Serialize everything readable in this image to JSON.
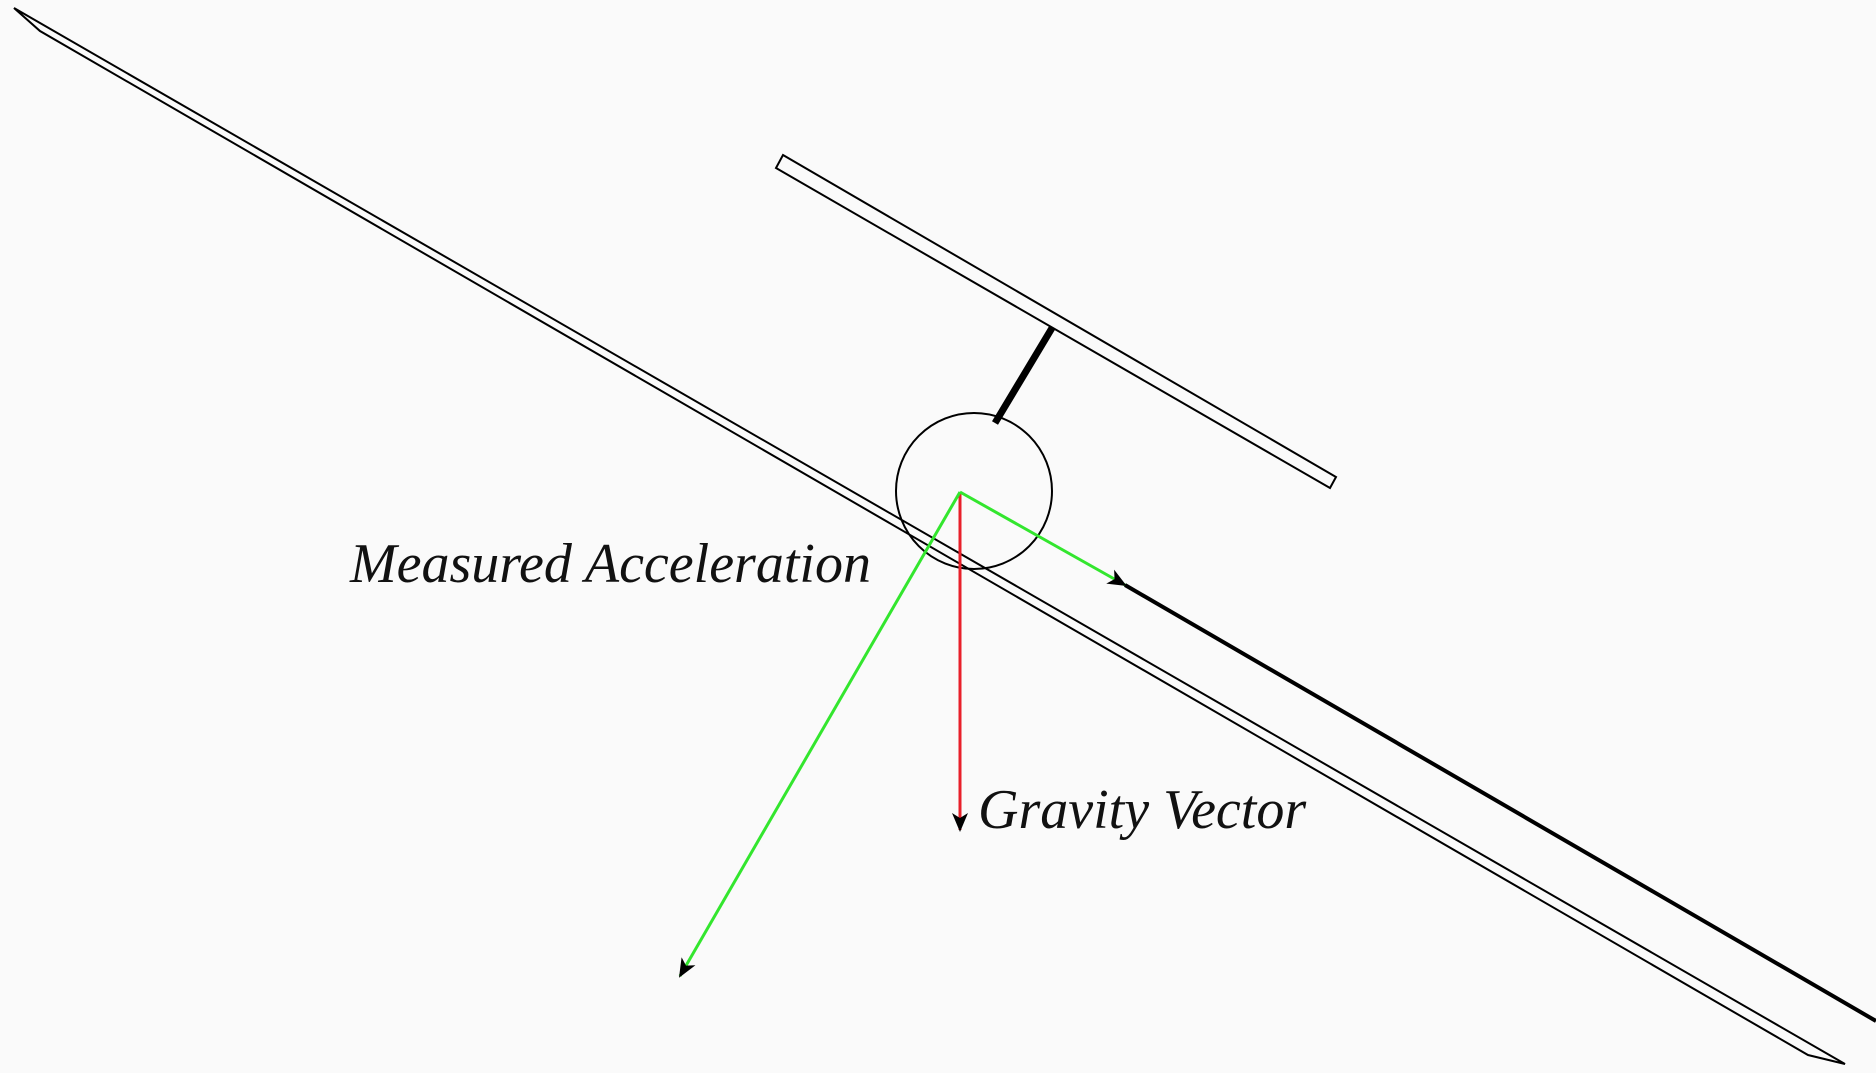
{
  "diagram": {
    "labels": {
      "measured_acceleration": "Measured Acceleration",
      "gravity_vector": "Gravity Vector"
    },
    "colors": {
      "background": "#fafafa",
      "outline": "#000000",
      "gravity": "#e8202a",
      "acceleration_components": "#33e62e",
      "text": "#111111"
    },
    "icons": {
      "sensor": "circle-outline",
      "arrowhead": "black-arrowhead"
    }
  }
}
